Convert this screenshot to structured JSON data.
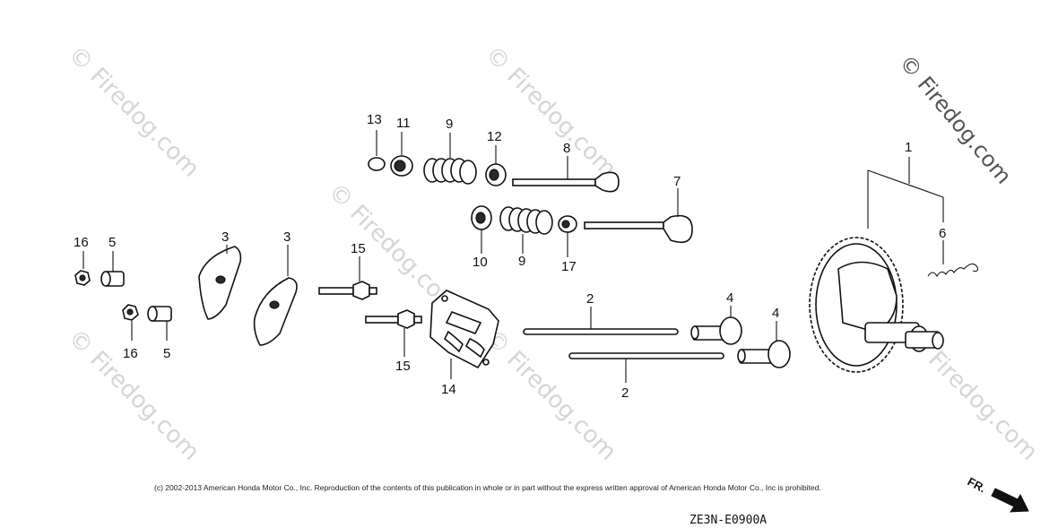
{
  "watermarks": [
    "© Firedog.com",
    "© Firedog.com",
    "© Firedog.com",
    "© Firedog.com",
    "© Firedog.com",
    "© Firedog.com",
    "© Firedog.com"
  ],
  "part_labels": {
    "p1": "1",
    "p2a": "2",
    "p2b": "2",
    "p3a": "3",
    "p3b": "3",
    "p4a": "4",
    "p4b": "4",
    "p5a": "5",
    "p5b": "5",
    "p6": "6",
    "p7": "7",
    "p8": "8",
    "p9a": "9",
    "p9b": "9",
    "p10": "10",
    "p11": "11",
    "p12": "12",
    "p13": "13",
    "p14": "14",
    "p15a": "15",
    "p15b": "15",
    "p16a": "16",
    "p16b": "16",
    "p17": "17"
  },
  "copyright": "(c) 2002-2013 American Honda Motor Co., Inc. Reproduction of the contents of this publication in whole or in part without the express written approval of American Honda Motor Co., Inc is prohibited.",
  "diagram_code": "ZE3N-E0900A",
  "direction_label": "FR."
}
